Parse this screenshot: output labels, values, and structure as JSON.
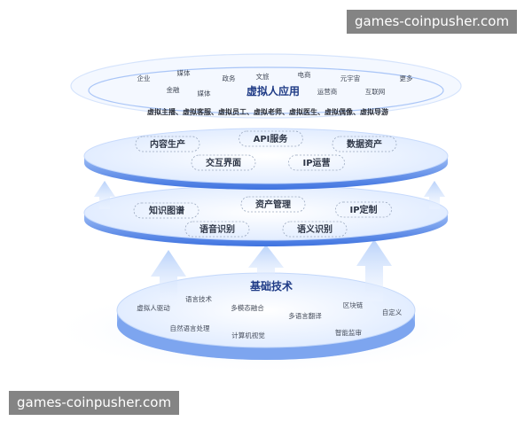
{
  "watermarks": {
    "top": "games-coinpusher.com",
    "bottom": "games-coinpusher.com"
  },
  "colors": {
    "accent": "#3f73e0",
    "title": "#1f3b86",
    "text": "#454c5a",
    "disk_light": "#e8f1ff",
    "disk_edge": "#5d8de8",
    "arrow": "#cfe0fb"
  },
  "layers": {
    "application": {
      "title": "虚拟人应用",
      "industries": [
        "企业",
        "媒体",
        "政务",
        "文旅",
        "电商",
        "元宇宙",
        "更多",
        "金融",
        "媒体",
        "运营商",
        "互联网"
      ],
      "roles_line": "虚拟主播、虚拟客服、虚拟员工、虚拟老师、虚拟医生、虚拟偶像、虚拟导游"
    },
    "platform": {
      "items": [
        "内容生产",
        "API服务",
        "数据资产",
        "交互界面",
        "IP运营"
      ]
    },
    "capability": {
      "items": [
        "知识图谱",
        "资产管理",
        "IP定制",
        "语音识别",
        "语义识别"
      ]
    },
    "foundation": {
      "title": "基础技术",
      "items": [
        "语言技术",
        "区块链",
        "虚拟人驱动",
        "多模态融合",
        "多语言翻译",
        "自定义",
        "自然语言处理",
        "计算机视觉",
        "智能监审"
      ]
    }
  }
}
